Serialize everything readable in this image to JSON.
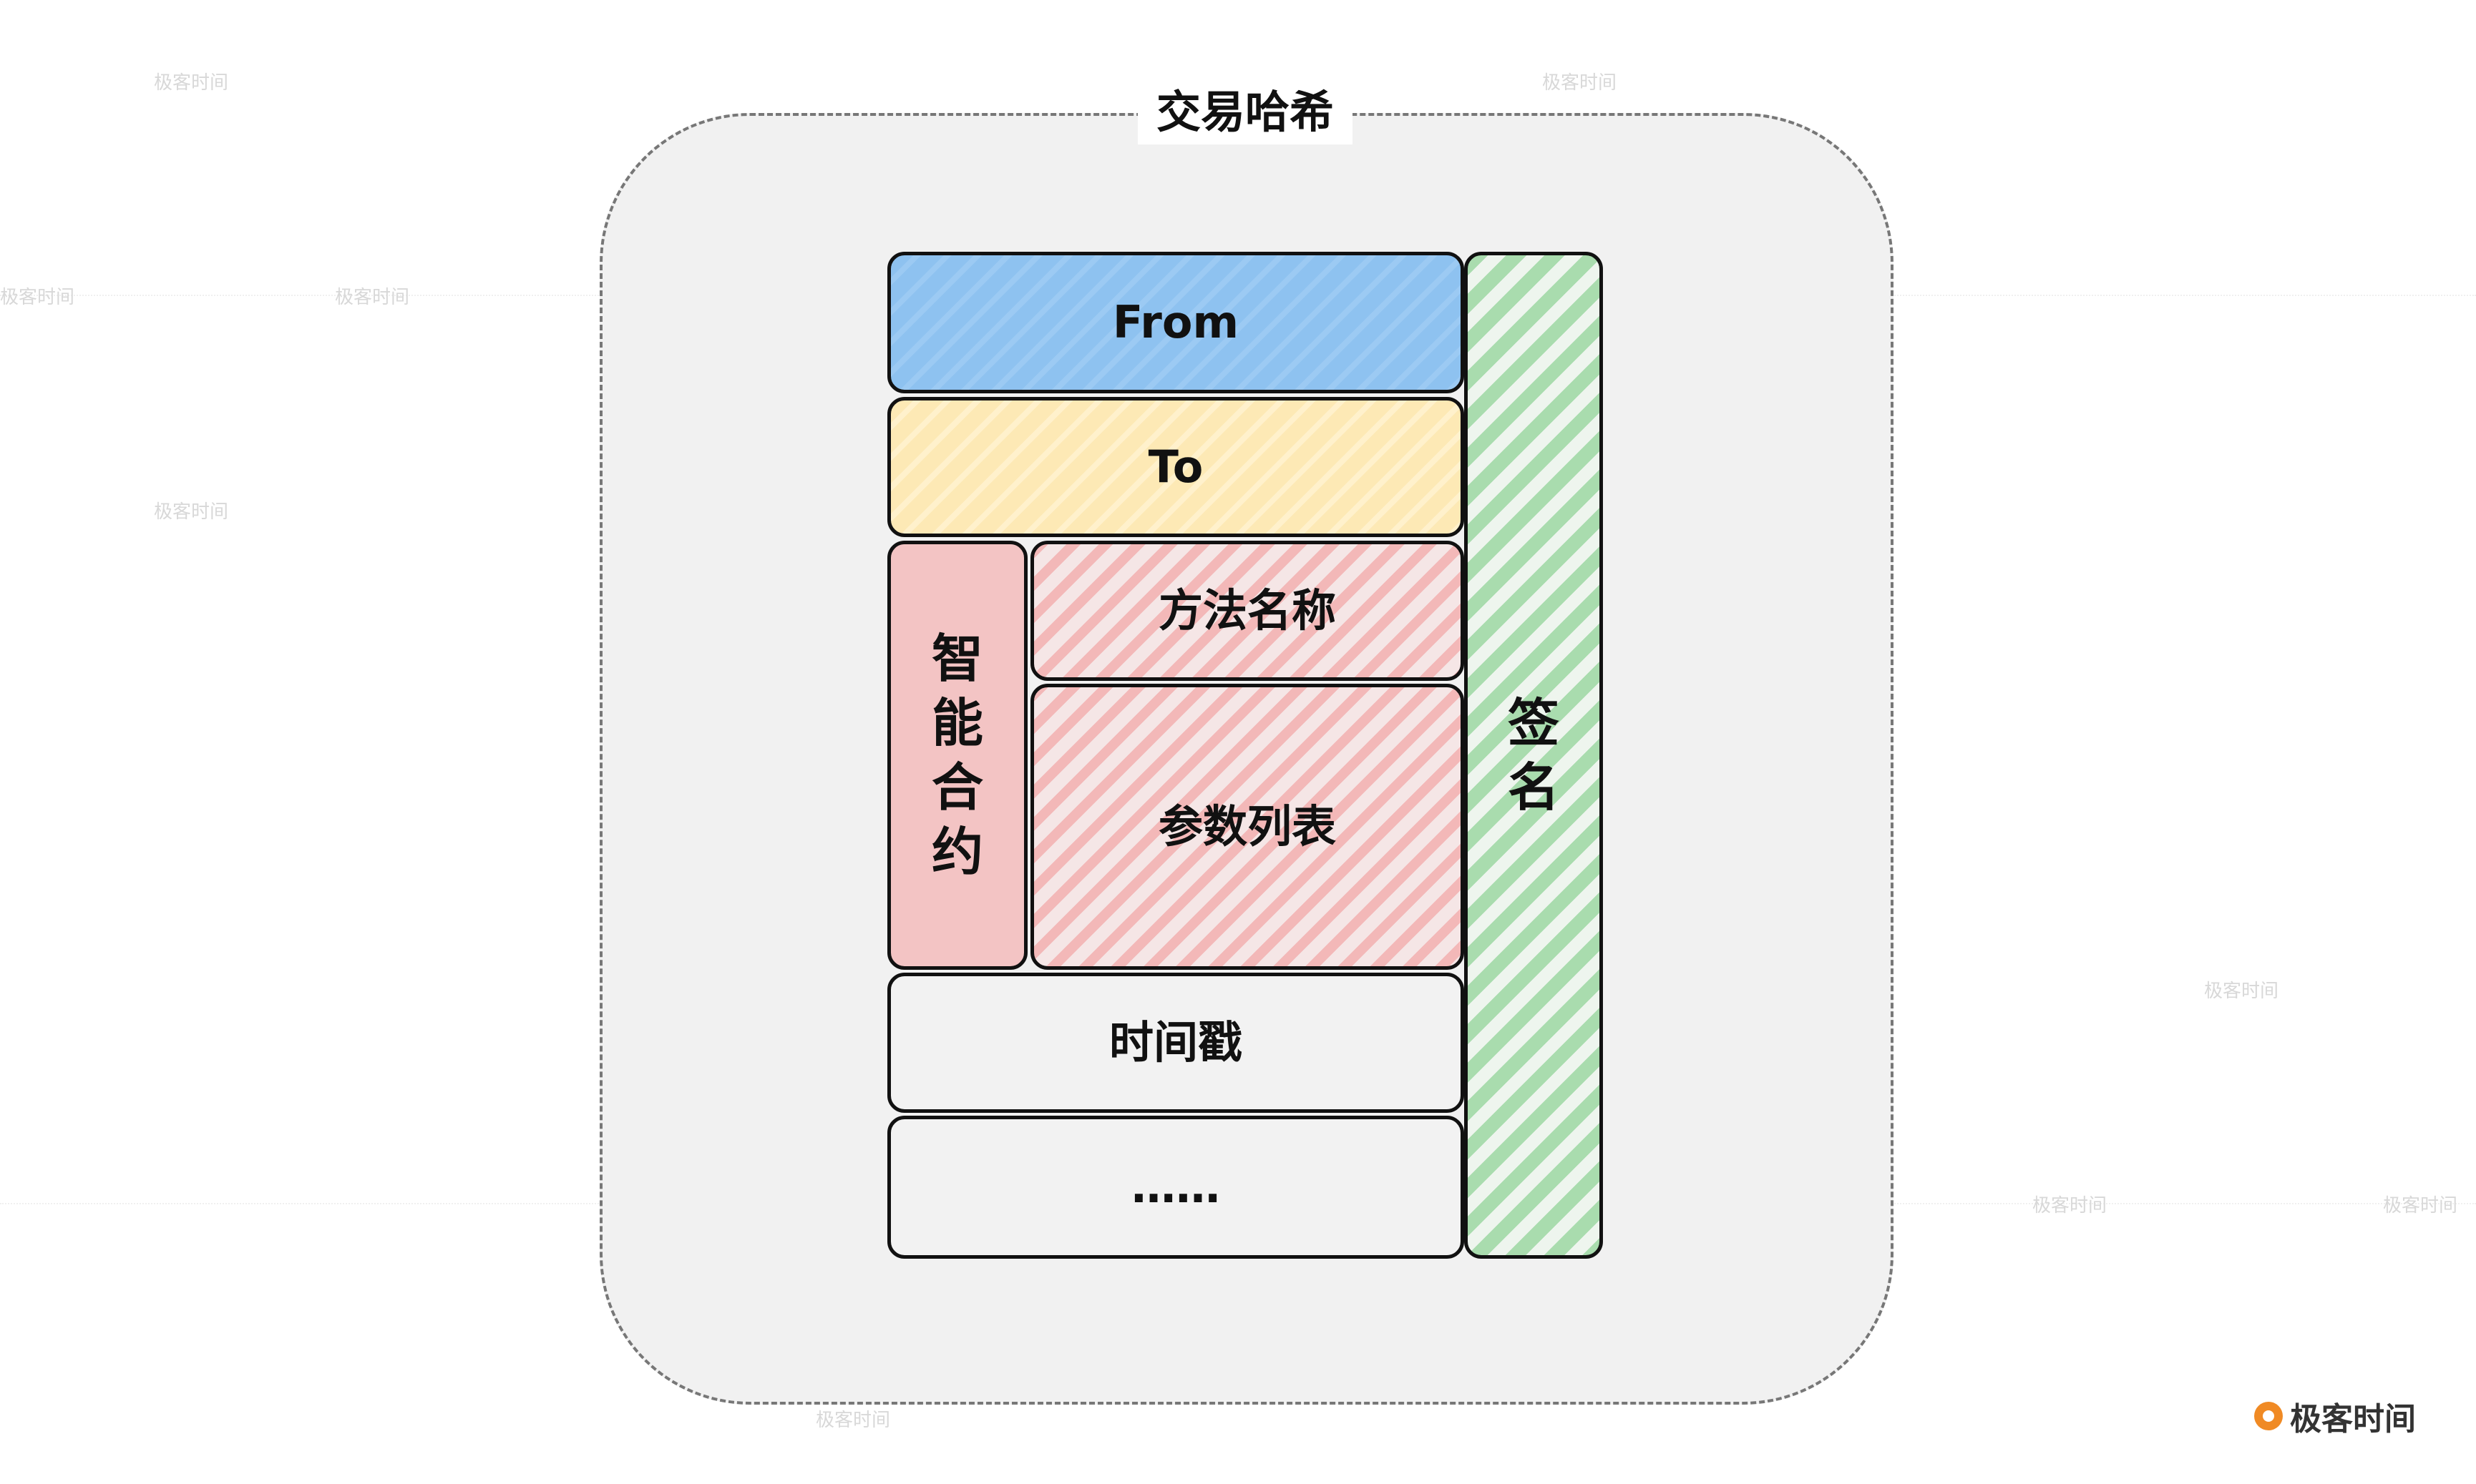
{
  "title": "交易哈希",
  "blocks": {
    "from": "From",
    "to": "To",
    "smart_contract": "智能合约",
    "method_name": "方法名称",
    "param_list": "参数列表",
    "timestamp": "时间戳",
    "more": "……",
    "signature": "签名"
  },
  "watermark": "极客时间",
  "colors": {
    "from": "#8ec2f0",
    "to": "#fde9b5",
    "contract": "#f3b8b8",
    "signature": "#a9dcae",
    "frame_bg": "#f1f1f1",
    "logo": "#f08a24"
  }
}
